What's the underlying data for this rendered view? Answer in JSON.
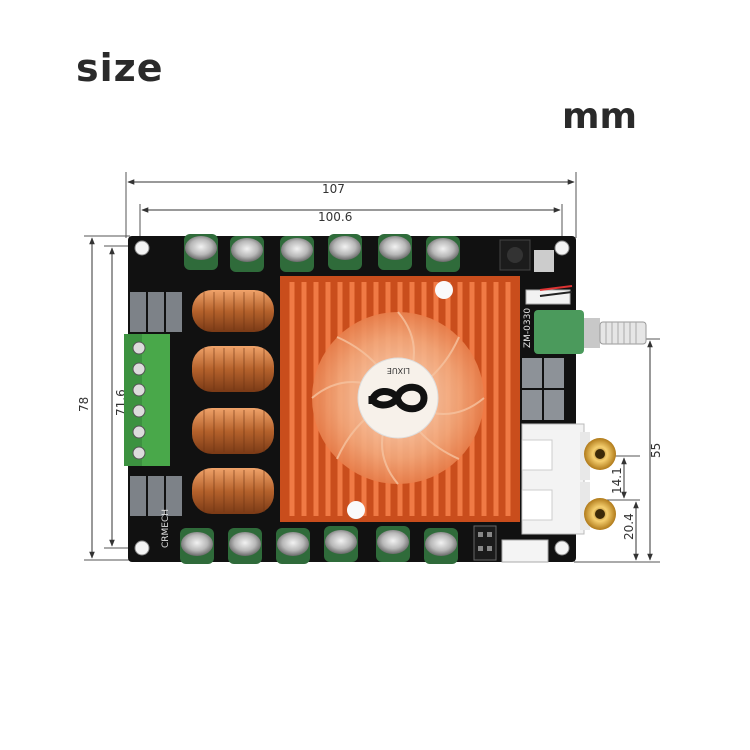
{
  "header": {
    "title": "size",
    "unit": "mm"
  },
  "dimensions": {
    "overall_width": "107",
    "hole_spacing_width": "100.6",
    "overall_height": "78",
    "hole_spacing_height": "71.6",
    "rca_height": "55",
    "rca_spacing": "14.1",
    "rca_offset": "20.4"
  },
  "board": {
    "fan_brand": "LIXUE",
    "board_label": "CRMECH",
    "model_label": "ZM-0330"
  },
  "colors": {
    "pcb": "#111111",
    "heatsink": "#e8602a",
    "terminal": "#49a84a",
    "capacitor": "#2f6b3a",
    "coil": "#c8753a",
    "rca_gold": "#e0b24a"
  }
}
